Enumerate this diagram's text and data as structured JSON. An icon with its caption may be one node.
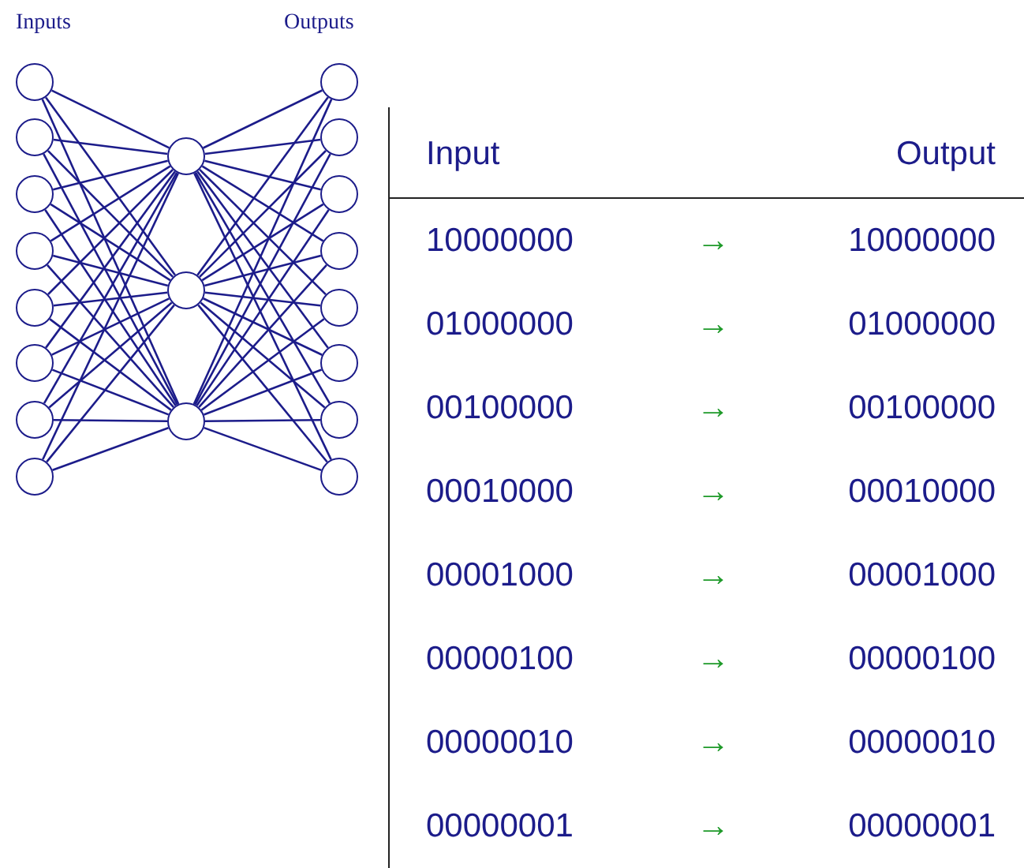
{
  "diagram": {
    "nodes": [
      {
        "text": [],
        "shape": "circle"
      },
      {
        "text": [],
        "shape": "circle"
      },
      {
        "text": [],
        "shape": "circle"
      },
      {
        "text": [],
        "shape": "circle"
      },
      {
        "text": [],
        "shape": "circle"
      },
      {
        "text": [],
        "shape": "circle"
      },
      {
        "text": [],
        "shape": "circle"
      },
      {
        "text": [],
        "shape": "circle"
      },
      {
        "text": [],
        "shape": "circle"
      },
      {
        "text": [],
        "shape": "circle"
      },
      {
        "text": [],
        "shape": "circle"
      },
      {
        "text": [],
        "shape": "circle"
      },
      {
        "text": [],
        "shape": "circle"
      },
      {
        "text": [],
        "shape": "circle"
      },
      {
        "text": [],
        "shape": "circle"
      },
      {
        "text": [],
        "shape": "circle"
      },
      {
        "text": [],
        "shape": "circle"
      },
      {
        "text": [],
        "shape": "circle"
      },
      {
        "text": [],
        "shape": "circle"
      }
    ],
    "edges": [
      {
        "from": 0,
        "to": 8,
        "arrow": "none"
      },
      {
        "from": 0,
        "to": 9,
        "arrow": "none"
      },
      {
        "from": 0,
        "to": 10,
        "arrow": "none"
      },
      {
        "from": 1,
        "to": 8,
        "arrow": "none"
      },
      {
        "from": 1,
        "to": 9,
        "arrow": "none"
      },
      {
        "from": 1,
        "to": 10,
        "arrow": "none"
      },
      {
        "from": 2,
        "to": 8,
        "arrow": "none"
      },
      {
        "from": 2,
        "to": 9,
        "arrow": "none"
      },
      {
        "from": 2,
        "to": 10,
        "arrow": "none"
      },
      {
        "from": 3,
        "to": 8,
        "arrow": "none"
      },
      {
        "from": 3,
        "to": 9,
        "arrow": "none"
      },
      {
        "from": 3,
        "to": 10,
        "arrow": "none"
      },
      {
        "from": 4,
        "to": 8,
        "arrow": "none"
      },
      {
        "from": 4,
        "to": 9,
        "arrow": "none"
      },
      {
        "from": 4,
        "to": 10,
        "arrow": "none"
      },
      {
        "from": 5,
        "to": 8,
        "arrow": "none"
      },
      {
        "from": 5,
        "to": 9,
        "arrow": "none"
      },
      {
        "from": 5,
        "to": 10,
        "arrow": "none"
      },
      {
        "from": 6,
        "to": 8,
        "arrow": "none"
      },
      {
        "from": 6,
        "to": 9,
        "arrow": "none"
      },
      {
        "from": 6,
        "to": 10,
        "arrow": "none"
      },
      {
        "from": 7,
        "to": 8,
        "arrow": "none"
      },
      {
        "from": 7,
        "to": 9,
        "arrow": "none"
      },
      {
        "from": 7,
        "to": 10,
        "arrow": "none"
      },
      {
        "from": 8,
        "to": 11,
        "arrow": "none"
      },
      {
        "from": 8,
        "to": 12,
        "arrow": "none"
      },
      {
        "from": 8,
        "to": 13,
        "arrow": "none"
      },
      {
        "from": 8,
        "to": 14,
        "arrow": "none"
      },
      {
        "from": 8,
        "to": 15,
        "arrow": "none"
      },
      {
        "from": 8,
        "to": 16,
        "arrow": "none"
      },
      {
        "from": 8,
        "to": 17,
        "arrow": "none"
      },
      {
        "from": 8,
        "to": 18,
        "arrow": "none"
      },
      {
        "from": 9,
        "to": 11,
        "arrow": "none"
      },
      {
        "from": 9,
        "to": 12,
        "arrow": "none"
      },
      {
        "from": 9,
        "to": 13,
        "arrow": "none"
      },
      {
        "from": 9,
        "to": 14,
        "arrow": "none"
      },
      {
        "from": 9,
        "to": 15,
        "arrow": "none"
      },
      {
        "from": 9,
        "to": 16,
        "arrow": "none"
      },
      {
        "from": 9,
        "to": 17,
        "arrow": "none"
      },
      {
        "from": 9,
        "to": 18,
        "arrow": "none"
      },
      {
        "from": 10,
        "to": 11,
        "arrow": "none"
      },
      {
        "from": 10,
        "to": 12,
        "arrow": "none"
      },
      {
        "from": 10,
        "to": 13,
        "arrow": "none"
      },
      {
        "from": 10,
        "to": 14,
        "arrow": "none"
      },
      {
        "from": 10,
        "to": 15,
        "arrow": "none"
      },
      {
        "from": 10,
        "to": 16,
        "arrow": "none"
      },
      {
        "from": 10,
        "to": 17,
        "arrow": "none"
      },
      {
        "from": 10,
        "to": 18,
        "arrow": "none"
      }
    ],
    "labels": [
      "Inputs",
      "Outputs",
      "Input",
      "Output",
      "10000000",
      "→",
      "10000000",
      "01000000",
      "→",
      "01000000",
      "00100000",
      "→",
      "00100000",
      "00010000",
      "→",
      "00010000",
      "00001000",
      "→",
      "00001000",
      "00000100",
      "→",
      "00000100",
      "00000010",
      "→",
      "00000010",
      "00000001",
      "→",
      "00000001"
    ]
  }
}
